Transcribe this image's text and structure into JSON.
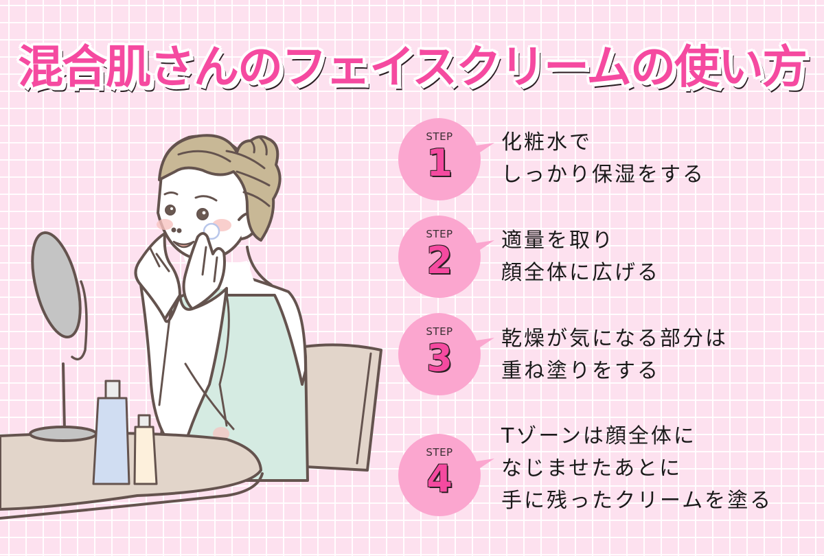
{
  "title": "混合肌さんのフェイスクリームの使い方",
  "colors": {
    "background": "#fde1ef",
    "grid_line": "#ffffff",
    "accent_pink": "#f54aa0",
    "badge_pink": "#fba6cf",
    "text": "#1a1a1a",
    "hair": "#c8b896",
    "tank_top": "#d5ebe2",
    "table": "#e2d5ca",
    "mirror": "#c4c4c4",
    "bottle_blue": "#d0ddf2",
    "bottle_cream": "#fdf0dc"
  },
  "steps": [
    {
      "label": "STEP",
      "number": "1",
      "lines": [
        "化粧水で",
        "しっかり保湿をする"
      ]
    },
    {
      "label": "STEP",
      "number": "2",
      "lines": [
        "適量を取り",
        "顔全体に広げる"
      ]
    },
    {
      "label": "STEP",
      "number": "3",
      "lines": [
        "乾燥が気になる部分は",
        "重ね塗りをする"
      ]
    },
    {
      "label": "STEP",
      "number": "4",
      "lines": [
        "Tゾーンは顔全体に",
        "なじませたあとに",
        "手に残ったクリームを塗る"
      ]
    }
  ],
  "illustration": {
    "subject": "woman applying cream at vanity table",
    "items": [
      "hand-mirror",
      "blue-bottle",
      "cream-bottle",
      "chair",
      "round-table"
    ]
  }
}
